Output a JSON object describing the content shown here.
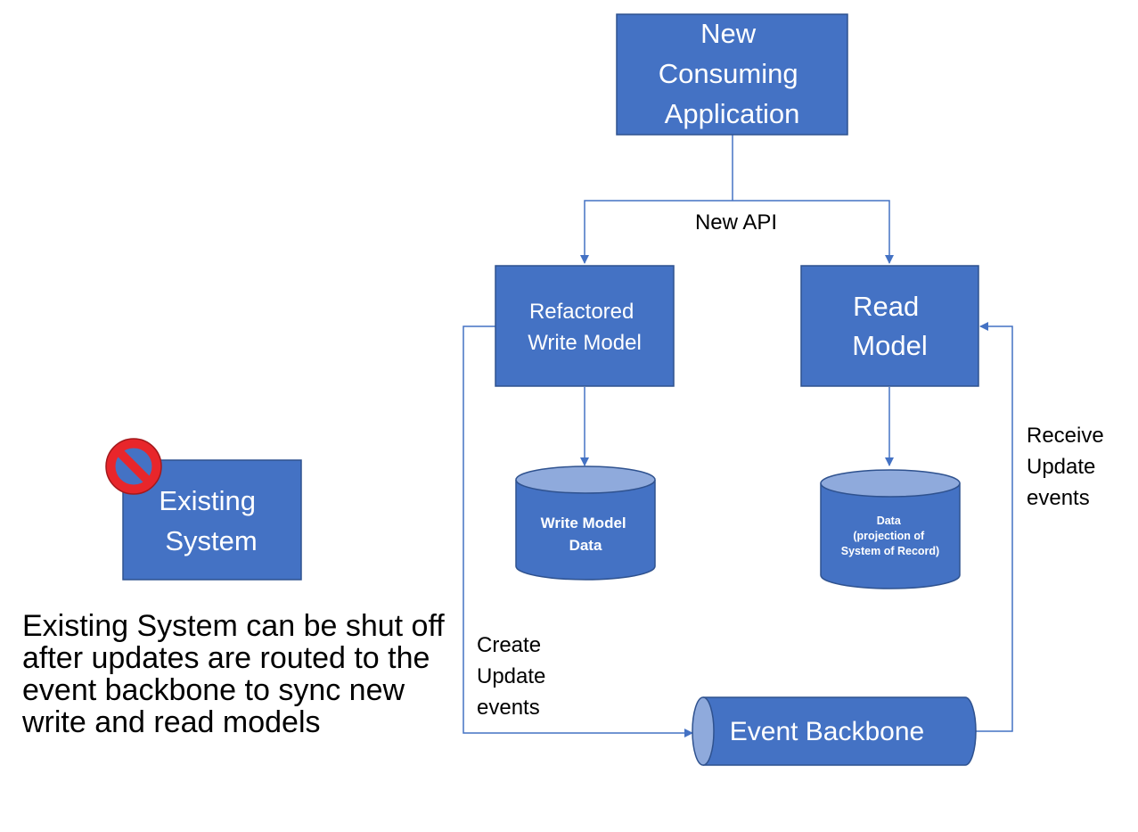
{
  "colors": {
    "box_fill": "#4472c4",
    "box_stroke": "#2f528f",
    "cylinder_top": "#8faadc",
    "connector": "#4472c4",
    "prohibited": "#e8262b"
  },
  "nodes": {
    "consumer": {
      "lines": [
        "New",
        "Consuming",
        "Application"
      ]
    },
    "write_model": {
      "lines": [
        "Refactored",
        "Write Model"
      ]
    },
    "read_model": {
      "lines": [
        "Read",
        "Model"
      ]
    },
    "write_data": {
      "lines": [
        "Write Model",
        "Data"
      ]
    },
    "read_data": {
      "lines": [
        "Data",
        "(projection of",
        "System of Record)"
      ]
    },
    "existing": {
      "lines": [
        "Existing",
        "System"
      ],
      "status_icon": "prohibited-icon"
    },
    "backbone": {
      "label": "Event Backbone"
    }
  },
  "labels": {
    "api": "New API",
    "create": [
      "Create",
      "Update",
      "events"
    ],
    "receive": [
      "Receive",
      "Update",
      "events"
    ]
  },
  "note": "Existing System can be shut off after updates are routed to the event backbone to sync new write and read models"
}
